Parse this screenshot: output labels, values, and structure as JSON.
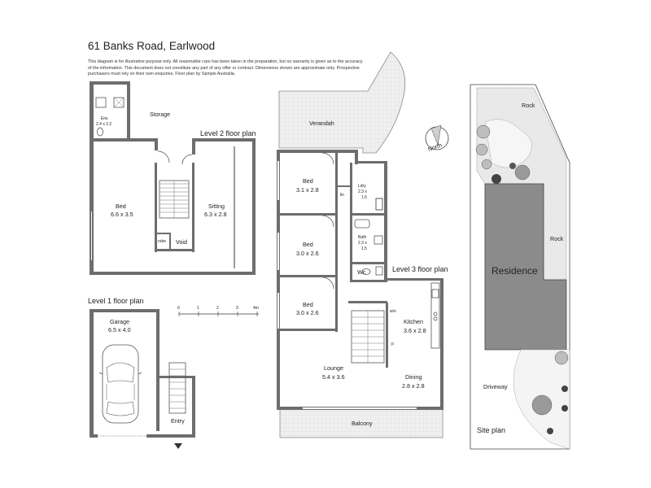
{
  "header": {
    "title": "61 Banks Road, Earlwood",
    "disclaimer": "This diagram is for illustrative purpose only. All reasonable care has been taken in the preparation, but no warranty is given as to the accuracy of the information. This document does not constitute any part of any offer or contract. Dimensions shown are approximate only. Prospective purchasers must rely on their own enquiries. Floor plan by Spinpix Australia."
  },
  "levels": {
    "level1": "Level 1 floor plan",
    "level2": "Level 2 floor plan",
    "level3": "Level 3 floor plan",
    "site": "Site plan"
  },
  "scale": {
    "ticks": [
      "0",
      "1",
      "2",
      "3",
      "4m"
    ]
  },
  "compass": {
    "label": "North"
  },
  "rooms": {
    "ens": {
      "name": "Ens",
      "dim": "2.4 x 2.2"
    },
    "storage": {
      "name": "Storage"
    },
    "bed_l2": {
      "name": "Bed",
      "dim": "6.6 x 3.5"
    },
    "sitting": {
      "name": "Sitting",
      "dim": "6.3 x 2.8"
    },
    "robe": {
      "name": "robe"
    },
    "void": {
      "name": "Void"
    },
    "garage": {
      "name": "Garage",
      "dim": "6.5 x 4.0"
    },
    "entry": {
      "name": "Entry"
    },
    "verandah": {
      "name": "Verandah"
    },
    "bed1": {
      "name": "Bed",
      "dim": "3.1 x 2.8"
    },
    "lin": {
      "name": "lin"
    },
    "ldry": {
      "name": "Ldry",
      "dim1": "2.3 x",
      "dim2": "1.5"
    },
    "bath": {
      "name": "Bath",
      "dim1": "2.3 x",
      "dim2": "1.5"
    },
    "bed2": {
      "name": "Bed",
      "dim": "3.0 x 2.6"
    },
    "wc": {
      "name": "Wc"
    },
    "bed3": {
      "name": "Bed",
      "dim": "3.0 x 2.6"
    },
    "wo": {
      "name": "w/o"
    },
    "p": {
      "name": "p"
    },
    "kitchen": {
      "name": "Kitchen",
      "dim": "3.6 x 2.8"
    },
    "lounge": {
      "name": "Lounge",
      "dim": "5.4 x 3.6"
    },
    "dining": {
      "name": "Dining",
      "dim": "2.8 x 2.8"
    },
    "balcony": {
      "name": "Balcony"
    }
  },
  "site": {
    "rock_top": "Rock",
    "rock_side": "Rock",
    "residence": "Residence",
    "driveway": "Driveway"
  },
  "colors": {
    "wall": "#6d6d6d",
    "tile": "#eeeeee",
    "residence": "#8b8b8b",
    "rock": "#e9e9e9",
    "garden": "#f4f4f4"
  }
}
